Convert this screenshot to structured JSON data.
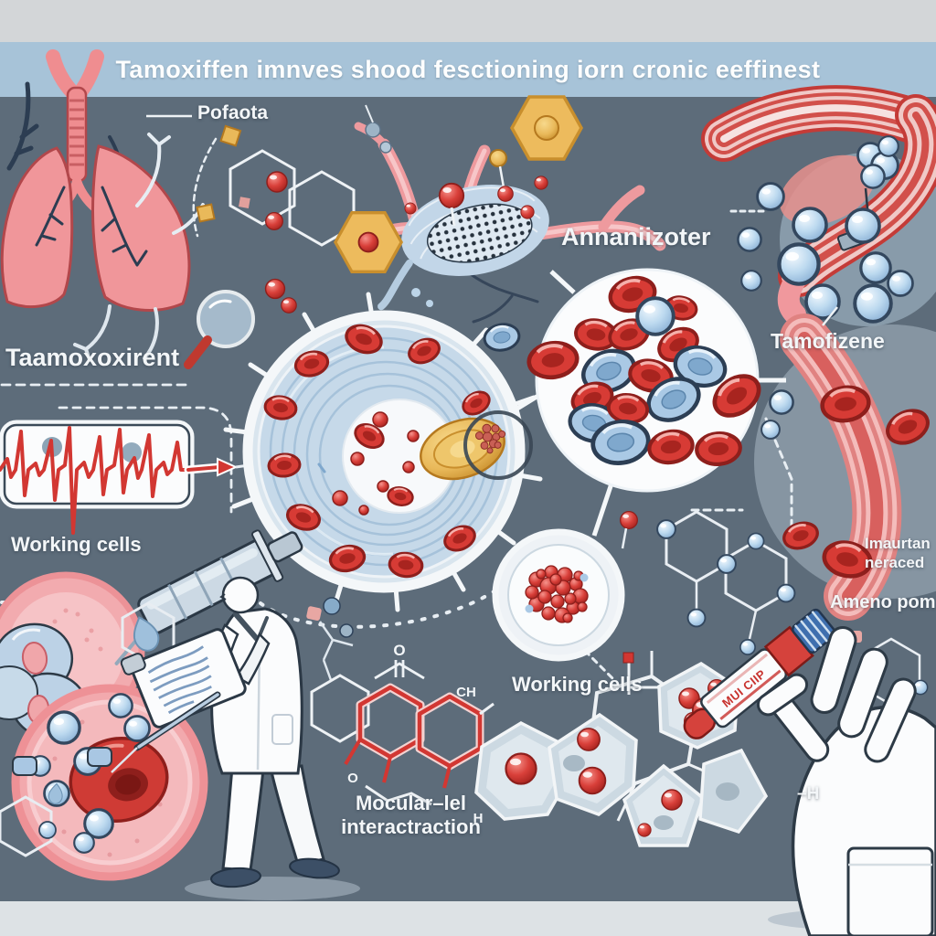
{
  "title": {
    "text": "Tamoxiffen imnves shood fesctioning iorn cronic eeffinest"
  },
  "labels": {
    "pofaota": "Pofaota",
    "annaniizoter": "Annaniizoter",
    "taamoxoxirent": "Taamoxoxirent",
    "tamofizene": "Tamofizene",
    "working_cells_left": "Working cells",
    "working_cells_mid": "Working cells",
    "imaurtan_line1": "Imaurtan",
    "imaurtan_line2": "neraced",
    "ameno_pomp": "Ameno pom",
    "molecular_line1": "Mocular–lel",
    "molecular_line2": "interactraction",
    "dash_h": "–H"
  },
  "molecule_atoms": {
    "o_top": "O",
    "ch_right": "CH",
    "o_bottom": "O",
    "h_bottom": "H"
  },
  "tube": {
    "label": "MUI CIIP"
  },
  "colors": {
    "background": "#5d6c7a",
    "top_strip": "#d3d6d8",
    "title_band": "#a7c3d8",
    "bottom_strip": "#dde2e5",
    "accent_red": "#d23732",
    "cell_blue": "#aac9e5",
    "accent_yellow": "#e9b95a",
    "pink": "#f2a9ad",
    "line_white": "#f4f7f9"
  }
}
